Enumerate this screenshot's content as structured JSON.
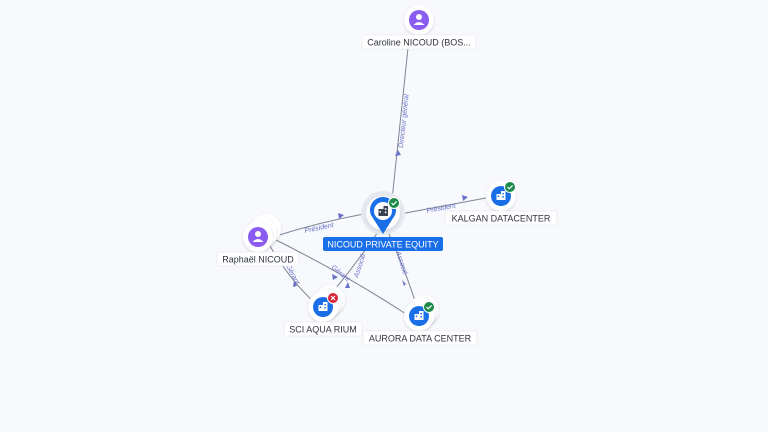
{
  "colors": {
    "person": "#8a5cf0",
    "company": "#1a6fe8",
    "status_ok": "#1e8a4a",
    "status_closed": "#d6263a",
    "edge_label": "#6a72c8"
  },
  "nodes": {
    "caroline": {
      "label": "Caroline NICOUD (BOS...",
      "kind": "person",
      "icon": "person-icon"
    },
    "nicoud_pe": {
      "label": "NICOUD PRIVATE EQUITY",
      "kind": "company",
      "icon": "building-icon",
      "status": "active"
    },
    "kalgan": {
      "label": "KALGAN DATACENTER",
      "kind": "company",
      "icon": "building-icon",
      "status": "active"
    },
    "raphael": {
      "label": "Raphaël NICOUD",
      "kind": "person",
      "icon": "person-icon"
    },
    "sci_aqua": {
      "label": "SCI AQUA RIUM",
      "kind": "company",
      "icon": "building-icon",
      "status": "closed"
    },
    "aurora": {
      "label": "AURORA DATA CENTER",
      "kind": "company",
      "icon": "building-icon",
      "status": "active"
    }
  },
  "edges": {
    "caroline_pe": "Directeur général",
    "raphael_pe": "Président",
    "pe_kalgan": "Président",
    "pe_sci": "Associé",
    "pe_aurora": "Associé",
    "raphael_sci": "Gérant",
    "raphael_aurora": "Gérant"
  }
}
